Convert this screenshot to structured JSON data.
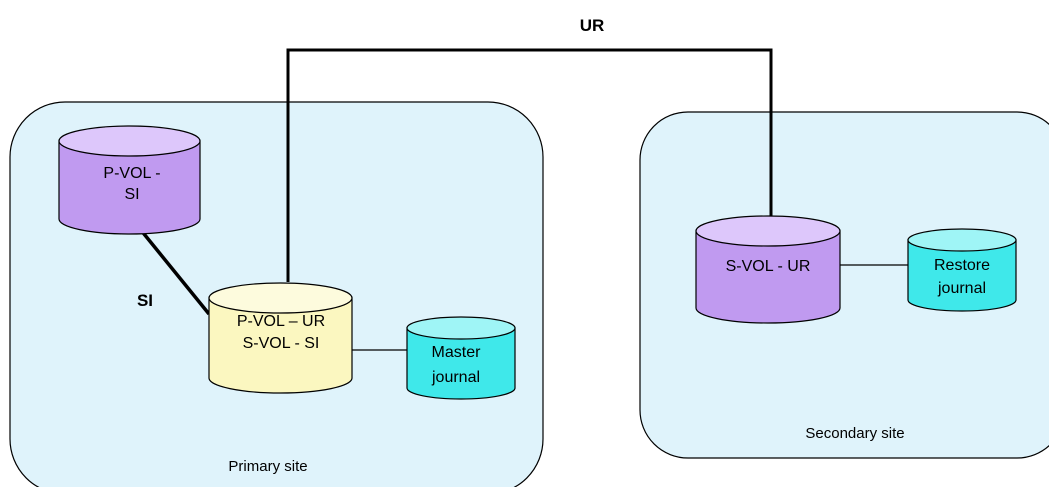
{
  "links": {
    "ur_label": "UR",
    "si_label": "SI"
  },
  "primary_site": {
    "label": "Primary site",
    "pvol_si": {
      "line1": "P-VOL -",
      "line2": "SI"
    },
    "pvol_ur": {
      "line1": "P-VOL – UR",
      "line2": "S-VOL - SI"
    },
    "master_journal": {
      "line1": "Master",
      "line2": "journal"
    }
  },
  "secondary_site": {
    "label": "Secondary site",
    "svol_ur": {
      "line1": "S-VOL - UR"
    },
    "restore_journal": {
      "line1": "Restore",
      "line2": "journal"
    }
  },
  "colors": {
    "site_fill": "#dff3fb",
    "purple_body": "#c09af0",
    "purple_top": "#ddc7fb",
    "yellow_body": "#fbf7c0",
    "yellow_top": "#fdfbdd",
    "cyan_body": "#3fe8ea",
    "cyan_top": "#9ff5f6"
  }
}
